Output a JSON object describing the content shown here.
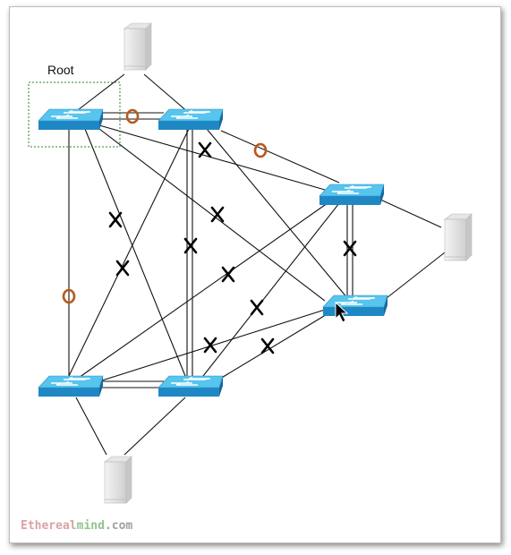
{
  "diagram": {
    "root_label": "Root"
  },
  "watermark": {
    "part1": "Ethereal",
    "part2": "mind",
    "part3": ".com",
    "colors": {
      "part1": "#d9a3a3",
      "part2": "#8fc58f",
      "part3": "#a0a0a0"
    }
  },
  "colors": {
    "switch_top": "#57c5ee",
    "switch_side": "#1f88c4",
    "link": "#111111",
    "forwarding_marker": "#b65a1e",
    "blocked_marker": "#000000",
    "root_box": "#2e7d32"
  },
  "nodes": {
    "switches": [
      "switch-a-root",
      "switch-b",
      "switch-c",
      "switch-d",
      "switch-e",
      "switch-f"
    ],
    "hosts": [
      "host-top",
      "host-right",
      "host-bottom"
    ]
  },
  "link_states": {
    "forwarding_markers": 3,
    "blocked_markers": 10
  }
}
